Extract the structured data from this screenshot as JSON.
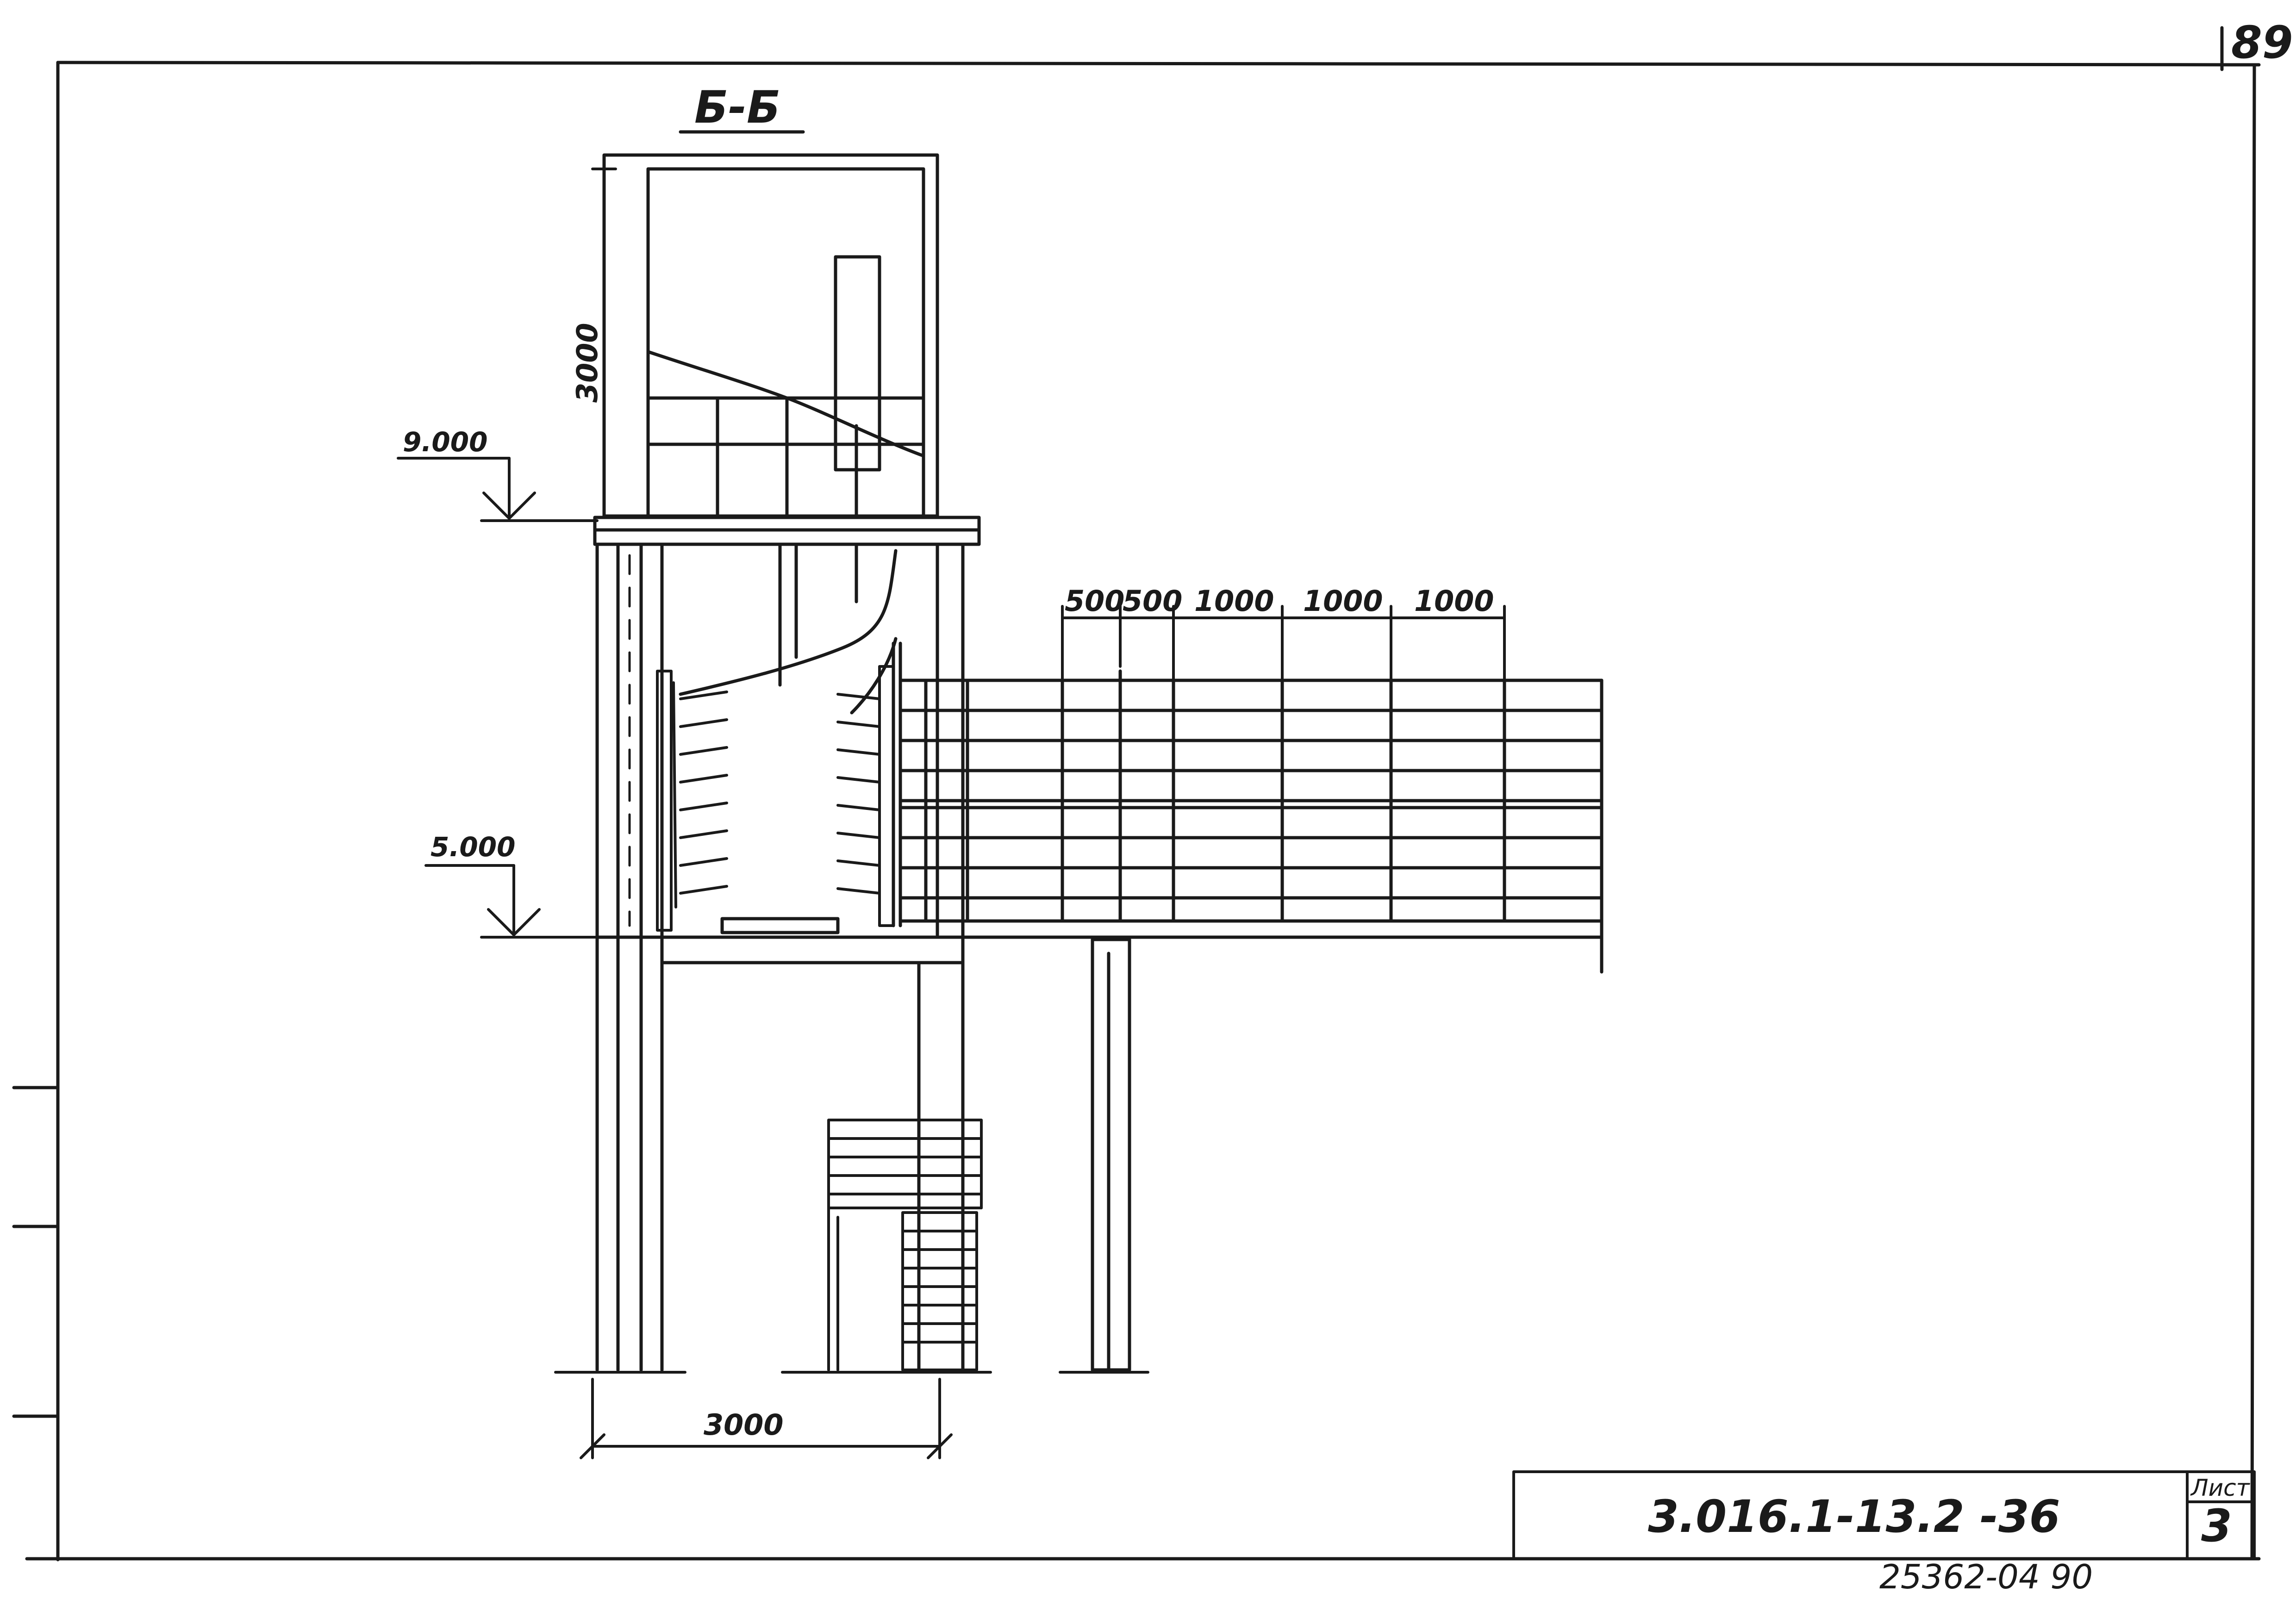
{
  "sheet": {
    "page_number": "89",
    "section_label": "Б-Б",
    "document_code": "3.016.1-13.2    -36",
    "sheet_label": "Лист",
    "sheet_number": "3",
    "archive_number": "25362-04  90"
  },
  "levels": {
    "upper": "9.000",
    "lower": "5.000"
  },
  "dimensions": {
    "upper_height": "3000",
    "base_width": "3000",
    "span_1": "500",
    "span_2": "500",
    "span_3": "1000",
    "span_4": "1000",
    "span_5": "1000"
  },
  "palette": {
    "ink": "#1a1a1a",
    "paper": "#ffffff"
  }
}
